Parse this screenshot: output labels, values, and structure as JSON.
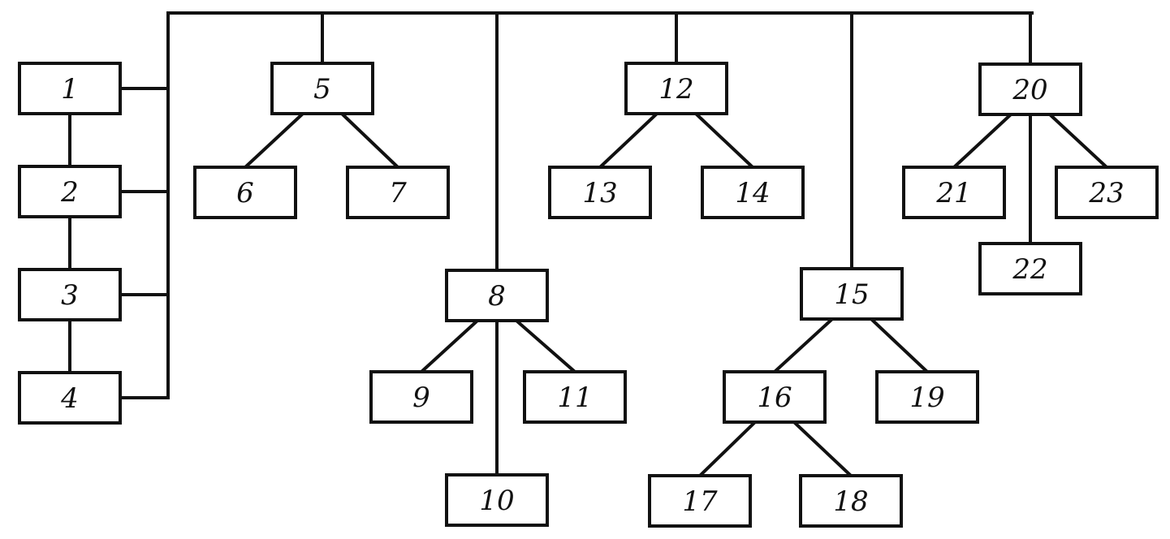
{
  "diagram": {
    "boxes": [
      {
        "id": "1",
        "label": "1"
      },
      {
        "id": "2",
        "label": "2"
      },
      {
        "id": "3",
        "label": "3"
      },
      {
        "id": "4",
        "label": "4"
      },
      {
        "id": "5",
        "label": "5"
      },
      {
        "id": "6",
        "label": "6"
      },
      {
        "id": "7",
        "label": "7"
      },
      {
        "id": "8",
        "label": "8"
      },
      {
        "id": "9",
        "label": "9"
      },
      {
        "id": "10",
        "label": "10"
      },
      {
        "id": "11",
        "label": "11"
      },
      {
        "id": "12",
        "label": "12"
      },
      {
        "id": "13",
        "label": "13"
      },
      {
        "id": "14",
        "label": "14"
      },
      {
        "id": "15",
        "label": "15"
      },
      {
        "id": "16",
        "label": "16"
      },
      {
        "id": "17",
        "label": "17"
      },
      {
        "id": "18",
        "label": "18"
      },
      {
        "id": "19",
        "label": "19"
      },
      {
        "id": "20",
        "label": "20"
      },
      {
        "id": "21",
        "label": "21"
      },
      {
        "id": "22",
        "label": "22"
      },
      {
        "id": "23",
        "label": "23"
      }
    ],
    "connections": [
      [
        "bus",
        "1"
      ],
      [
        "bus",
        "2"
      ],
      [
        "bus",
        "3"
      ],
      [
        "bus",
        "4"
      ],
      [
        "1",
        "2"
      ],
      [
        "2",
        "3"
      ],
      [
        "3",
        "4"
      ],
      [
        "bus",
        "5"
      ],
      [
        "5",
        "6"
      ],
      [
        "5",
        "7"
      ],
      [
        "bus",
        "8"
      ],
      [
        "8",
        "9"
      ],
      [
        "8",
        "10"
      ],
      [
        "8",
        "11"
      ],
      [
        "bus",
        "12"
      ],
      [
        "12",
        "13"
      ],
      [
        "12",
        "14"
      ],
      [
        "bus",
        "15"
      ],
      [
        "15",
        "16"
      ],
      [
        "15",
        "19"
      ],
      [
        "16",
        "17"
      ],
      [
        "16",
        "18"
      ],
      [
        "bus",
        "20"
      ],
      [
        "20",
        "21"
      ],
      [
        "20",
        "22"
      ],
      [
        "20",
        "23"
      ]
    ]
  }
}
